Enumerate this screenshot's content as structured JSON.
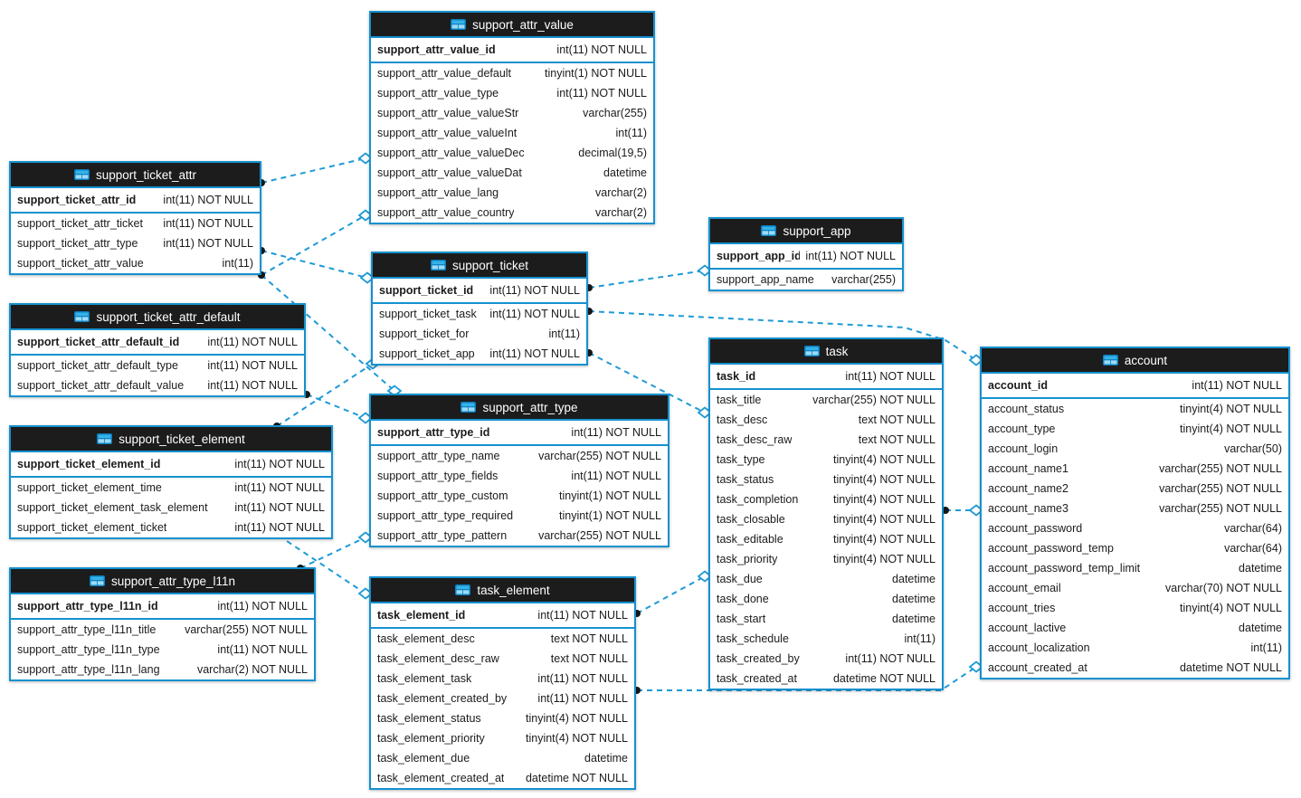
{
  "diagram": {
    "colors": {
      "table_border": "#1591cf",
      "header_bg": "#1c1c1c",
      "header_text": "#ffffff",
      "connector": "#1e9ad6",
      "row_text": "#1b1b1b",
      "canvas_bg": "#ffffff"
    },
    "tables": [
      {
        "name": "support_attr_value",
        "pk": [
          {
            "name": "support_attr_value_id",
            "type": "int(11) NOT NULL"
          }
        ],
        "fields": [
          {
            "name": "support_attr_value_default",
            "type": "tinyint(1) NOT NULL"
          },
          {
            "name": "support_attr_value_type",
            "type": "int(11) NOT NULL"
          },
          {
            "name": "support_attr_value_valueStr",
            "type": "varchar(255)"
          },
          {
            "name": "support_attr_value_valueInt",
            "type": "int(11)"
          },
          {
            "name": "support_attr_value_valueDec",
            "type": "decimal(19,5)"
          },
          {
            "name": "support_attr_value_valueDat",
            "type": "datetime"
          },
          {
            "name": "support_attr_value_lang",
            "type": "varchar(2)"
          },
          {
            "name": "support_attr_value_country",
            "type": "varchar(2)"
          }
        ]
      },
      {
        "name": "support_ticket_attr",
        "pk": [
          {
            "name": "support_ticket_attr_id",
            "type": "int(11) NOT NULL"
          }
        ],
        "fields": [
          {
            "name": "support_ticket_attr_ticket",
            "type": "int(11) NOT NULL"
          },
          {
            "name": "support_ticket_attr_type",
            "type": "int(11) NOT NULL"
          },
          {
            "name": "support_ticket_attr_value",
            "type": "int(11)"
          }
        ]
      },
      {
        "name": "support_ticket_attr_default",
        "pk": [
          {
            "name": "support_ticket_attr_default_id",
            "type": "int(11) NOT NULL"
          }
        ],
        "fields": [
          {
            "name": "support_ticket_attr_default_type",
            "type": "int(11) NOT NULL"
          },
          {
            "name": "support_ticket_attr_default_value",
            "type": "int(11) NOT NULL"
          }
        ]
      },
      {
        "name": "support_ticket_element",
        "pk": [
          {
            "name": "support_ticket_element_id",
            "type": "int(11) NOT NULL"
          }
        ],
        "fields": [
          {
            "name": "support_ticket_element_time",
            "type": "int(11) NOT NULL"
          },
          {
            "name": "support_ticket_element_task_element",
            "type": "int(11) NOT NULL"
          },
          {
            "name": "support_ticket_element_ticket",
            "type": "int(11) NOT NULL"
          }
        ]
      },
      {
        "name": "support_attr_type_l11n",
        "pk": [
          {
            "name": "support_attr_type_l11n_id",
            "type": "int(11) NOT NULL"
          }
        ],
        "fields": [
          {
            "name": "support_attr_type_l11n_title",
            "type": "varchar(255) NOT NULL"
          },
          {
            "name": "support_attr_type_l11n_type",
            "type": "int(11) NOT NULL"
          },
          {
            "name": "support_attr_type_l11n_lang",
            "type": "varchar(2) NOT NULL"
          }
        ]
      },
      {
        "name": "support_ticket",
        "pk": [
          {
            "name": "support_ticket_id",
            "type": "int(11) NOT NULL"
          }
        ],
        "fields": [
          {
            "name": "support_ticket_task",
            "type": "int(11) NOT NULL"
          },
          {
            "name": "support_ticket_for",
            "type": "int(11)"
          },
          {
            "name": "support_ticket_app",
            "type": "int(11) NOT NULL"
          }
        ]
      },
      {
        "name": "support_attr_type",
        "pk": [
          {
            "name": "support_attr_type_id",
            "type": "int(11) NOT NULL"
          }
        ],
        "fields": [
          {
            "name": "support_attr_type_name",
            "type": "varchar(255) NOT NULL"
          },
          {
            "name": "support_attr_type_fields",
            "type": "int(11) NOT NULL"
          },
          {
            "name": "support_attr_type_custom",
            "type": "tinyint(1) NOT NULL"
          },
          {
            "name": "support_attr_type_required",
            "type": "tinyint(1) NOT NULL"
          },
          {
            "name": "support_attr_type_pattern",
            "type": "varchar(255) NOT NULL"
          }
        ]
      },
      {
        "name": "task_element",
        "pk": [
          {
            "name": "task_element_id",
            "type": "int(11) NOT NULL"
          }
        ],
        "fields": [
          {
            "name": "task_element_desc",
            "type": "text NOT NULL"
          },
          {
            "name": "task_element_desc_raw",
            "type": "text NOT NULL"
          },
          {
            "name": "task_element_task",
            "type": "int(11) NOT NULL"
          },
          {
            "name": "task_element_created_by",
            "type": "int(11) NOT NULL"
          },
          {
            "name": "task_element_status",
            "type": "tinyint(4) NOT NULL"
          },
          {
            "name": "task_element_priority",
            "type": "tinyint(4) NOT NULL"
          },
          {
            "name": "task_element_due",
            "type": "datetime"
          },
          {
            "name": "task_element_created_at",
            "type": "datetime NOT NULL"
          }
        ]
      },
      {
        "name": "support_app",
        "pk": [
          {
            "name": "support_app_id",
            "type": "int(11) NOT NULL"
          }
        ],
        "fields": [
          {
            "name": "support_app_name",
            "type": "varchar(255)"
          }
        ]
      },
      {
        "name": "task",
        "pk": [
          {
            "name": "task_id",
            "type": "int(11) NOT NULL"
          }
        ],
        "fields": [
          {
            "name": "task_title",
            "type": "varchar(255) NOT NULL"
          },
          {
            "name": "task_desc",
            "type": "text NOT NULL"
          },
          {
            "name": "task_desc_raw",
            "type": "text NOT NULL"
          },
          {
            "name": "task_type",
            "type": "tinyint(4) NOT NULL"
          },
          {
            "name": "task_status",
            "type": "tinyint(4) NOT NULL"
          },
          {
            "name": "task_completion",
            "type": "tinyint(4) NOT NULL"
          },
          {
            "name": "task_closable",
            "type": "tinyint(4) NOT NULL"
          },
          {
            "name": "task_editable",
            "type": "tinyint(4) NOT NULL"
          },
          {
            "name": "task_priority",
            "type": "tinyint(4) NOT NULL"
          },
          {
            "name": "task_due",
            "type": "datetime"
          },
          {
            "name": "task_done",
            "type": "datetime"
          },
          {
            "name": "task_start",
            "type": "datetime"
          },
          {
            "name": "task_schedule",
            "type": "int(11)"
          },
          {
            "name": "task_created_by",
            "type": "int(11) NOT NULL"
          },
          {
            "name": "task_created_at",
            "type": "datetime NOT NULL"
          }
        ]
      },
      {
        "name": "account",
        "pk": [
          {
            "name": "account_id",
            "type": "int(11) NOT NULL"
          }
        ],
        "fields": [
          {
            "name": "account_status",
            "type": "tinyint(4) NOT NULL"
          },
          {
            "name": "account_type",
            "type": "tinyint(4) NOT NULL"
          },
          {
            "name": "account_login",
            "type": "varchar(50)"
          },
          {
            "name": "account_name1",
            "type": "varchar(255) NOT NULL"
          },
          {
            "name": "account_name2",
            "type": "varchar(255) NOT NULL"
          },
          {
            "name": "account_name3",
            "type": "varchar(255) NOT NULL"
          },
          {
            "name": "account_password",
            "type": "varchar(64)"
          },
          {
            "name": "account_password_temp",
            "type": "varchar(64)"
          },
          {
            "name": "account_password_temp_limit",
            "type": "datetime"
          },
          {
            "name": "account_email",
            "type": "varchar(70) NOT NULL"
          },
          {
            "name": "account_tries",
            "type": "tinyint(4) NOT NULL"
          },
          {
            "name": "account_lactive",
            "type": "datetime"
          },
          {
            "name": "account_localization",
            "type": "int(11)"
          },
          {
            "name": "account_created_at",
            "type": "datetime NOT NULL"
          }
        ]
      }
    ],
    "relations": [
      {
        "from": "support_ticket_attr",
        "to": "support_attr_value"
      },
      {
        "from": "support_ticket_attr",
        "to": "support_ticket"
      },
      {
        "from": "support_ticket_attr",
        "to": "support_attr_value"
      },
      {
        "from": "support_ticket_attr",
        "to": "support_attr_type"
      },
      {
        "from": "support_ticket_attr_default",
        "to": "support_attr_type"
      },
      {
        "from": "support_ticket_element",
        "to": "support_ticket"
      },
      {
        "from": "support_ticket_element",
        "to": "task_element"
      },
      {
        "from": "support_attr_type_l11n",
        "to": "support_attr_type"
      },
      {
        "from": "support_ticket",
        "to": "support_app"
      },
      {
        "from": "support_ticket",
        "to": "account"
      },
      {
        "from": "support_ticket",
        "to": "task"
      },
      {
        "from": "task_element",
        "to": "task"
      },
      {
        "from": "task_element",
        "to": "account"
      },
      {
        "from": "task",
        "to": "account"
      }
    ]
  }
}
